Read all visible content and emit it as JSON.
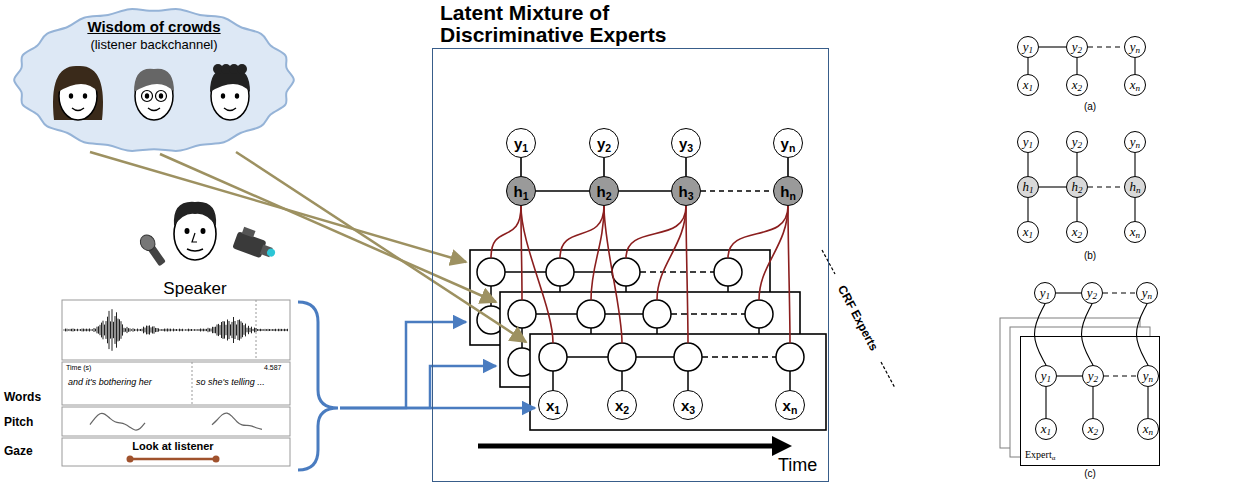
{
  "diagram": {
    "nodes": [
      {
        "text": [
          "Wisdom of crowds",
          "(listener backchannel)"
        ]
      },
      {
        "text": [
          "Latent Mixture of Discriminative Experts"
        ]
      },
      {
        "text": [
          "y1"
        ],
        "in": 1
      },
      {
        "text": [
          "y2"
        ],
        "in": 1
      },
      {
        "text": [
          "y3"
        ],
        "in": 1
      },
      {
        "text": [
          "yn"
        ],
        "in": 1
      },
      {
        "text": [
          "h1"
        ],
        "in": 1
      },
      {
        "text": [
          "h2"
        ],
        "in": 1
      },
      {
        "text": [
          "h3"
        ],
        "in": 1
      },
      {
        "text": [
          "hn"
        ],
        "in": 1
      },
      {
        "text": [
          "x1"
        ],
        "in": 1
      },
      {
        "text": [
          "x2"
        ],
        "in": 1
      },
      {
        "text": [
          "x3"
        ],
        "in": 1
      },
      {
        "text": [
          "xn"
        ],
        "in": 1
      },
      {
        "text": [
          "y1"
        ]
      },
      {
        "text": [
          "y2"
        ]
      },
      {
        "text": [
          "yn"
        ]
      },
      {
        "text": [
          "x1"
        ]
      },
      {
        "text": [
          "x2"
        ]
      },
      {
        "text": [
          "xn"
        ]
      },
      {
        "text": [
          "y1"
        ]
      },
      {
        "text": [
          "y2"
        ]
      },
      {
        "text": [
          "yn"
        ]
      },
      {
        "text": [
          "h1"
        ]
      },
      {
        "text": [
          "h2"
        ]
      },
      {
        "text": [
          "hn"
        ]
      },
      {
        "text": [
          "x1"
        ]
      },
      {
        "text": [
          "x2"
        ]
      },
      {
        "text": [
          "xn"
        ]
      },
      {
        "text": [
          "y1"
        ]
      },
      {
        "text": [
          "y2"
        ]
      },
      {
        "text": [
          "yn"
        ]
      },
      {
        "text": [
          "Expertα"
        ]
      },
      {
        "text": [
          "y1"
        ],
        "in": 32
      },
      {
        "text": [
          "y2"
        ],
        "in": 32
      },
      {
        "text": [
          "yn"
        ],
        "in": 32
      },
      {
        "text": [
          "x1"
        ],
        "in": 32
      },
      {
        "text": [
          "x2"
        ],
        "in": 32
      },
      {
        "text": [
          "xn"
        ],
        "in": 32
      }
    ],
    "edges": [
      {
        "from": 2,
        "to": 6,
        "arrow": "none"
      },
      {
        "from": 3,
        "to": 7,
        "arrow": "none"
      },
      {
        "from": 4,
        "to": 8,
        "arrow": "none"
      },
      {
        "from": 5,
        "to": 9,
        "arrow": "none"
      },
      {
        "from": 6,
        "to": 7,
        "arrow": "none"
      },
      {
        "from": 7,
        "to": 8,
        "arrow": "none"
      },
      {
        "from": 8,
        "to": 9,
        "arrow": "none"
      },
      {
        "from": 14,
        "to": 15,
        "arrow": "none"
      },
      {
        "from": 15,
        "to": 16,
        "arrow": "none"
      },
      {
        "from": 14,
        "to": 17,
        "arrow": "none"
      },
      {
        "from": 15,
        "to": 18,
        "arrow": "none"
      },
      {
        "from": 16,
        "to": 19,
        "arrow": "none"
      },
      {
        "from": 20,
        "to": 23,
        "arrow": "none"
      },
      {
        "from": 21,
        "to": 24,
        "arrow": "none"
      },
      {
        "from": 22,
        "to": 25,
        "arrow": "none"
      },
      {
        "from": 23,
        "to": 26,
        "arrow": "none"
      },
      {
        "from": 24,
        "to": 27,
        "arrow": "none"
      },
      {
        "from": 25,
        "to": 28,
        "arrow": "none"
      },
      {
        "from": 23,
        "to": 24,
        "arrow": "none"
      },
      {
        "from": 24,
        "to": 25,
        "arrow": "none"
      },
      {
        "from": 29,
        "to": 30,
        "arrow": "none"
      },
      {
        "from": 30,
        "to": 31,
        "arrow": "none"
      },
      {
        "from": 33,
        "to": 34,
        "arrow": "none"
      },
      {
        "from": 34,
        "to": 35,
        "arrow": "none"
      },
      {
        "from": 33,
        "to": 36,
        "arrow": "none"
      },
      {
        "from": 34,
        "to": 37,
        "arrow": "none"
      },
      {
        "from": 35,
        "to": 38,
        "arrow": "none"
      },
      {
        "from": 29,
        "to": 33,
        "arrow": "none"
      },
      {
        "from": 30,
        "to": 34,
        "arrow": "none"
      },
      {
        "from": 31,
        "to": 35,
        "arrow": "none"
      }
    ],
    "labels": [
      "Speaker",
      "Words",
      "Pitch",
      "Gaze",
      "Time (s)",
      "and it's bothering her",
      "so she's telling ...",
      "4.587",
      "Look at listener",
      "CRF Experts",
      "Time",
      "(a)",
      "(b)",
      "(c)"
    ]
  }
}
